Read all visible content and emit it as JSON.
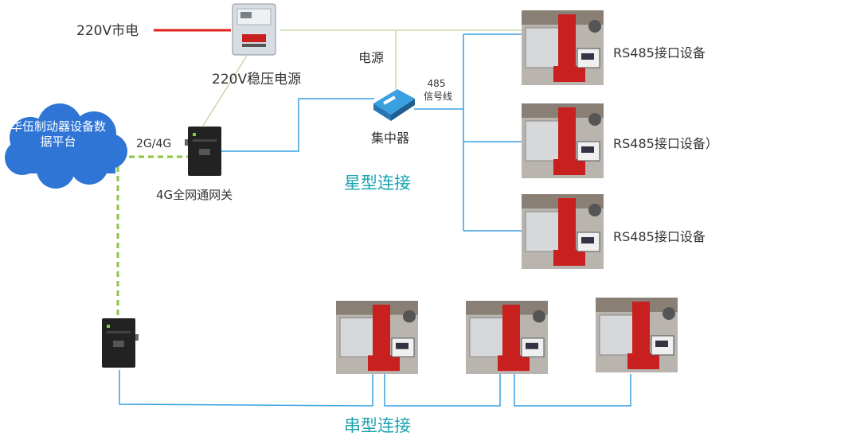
{
  "labels": {
    "mains": "220V市电",
    "regulated_power": "220V稳压电源",
    "power": "电源",
    "signal_line_top": "485",
    "signal_line_bottom": "信号线",
    "concentrator": "集中器",
    "star_connection": "星型连接",
    "serial_connection": "串型连接",
    "link_type": "2G/4G",
    "gateway": "4G全网通网关",
    "device_1": "RS485接口设备",
    "device_2": "RS485接口设备）",
    "device_3": "RS485接口设备"
  },
  "cloud": {
    "text": "华伍制动器设备数据平台"
  },
  "colors": {
    "mains_line": "#e0201b",
    "power_line": "#c8d9a8",
    "signal_line": "#3aa0e0",
    "wireless_line": "#8cc63f",
    "cloud": "#2e75d6",
    "teal_text": "#1aa3b0",
    "device_red": "#c8201e"
  },
  "icons": {
    "cloud": "cloud-icon",
    "regulator": "voltage-regulator-icon",
    "concentrator": "concentrator-icon",
    "gateway": "router-gateway-icon",
    "device": "brake-device-photo"
  }
}
